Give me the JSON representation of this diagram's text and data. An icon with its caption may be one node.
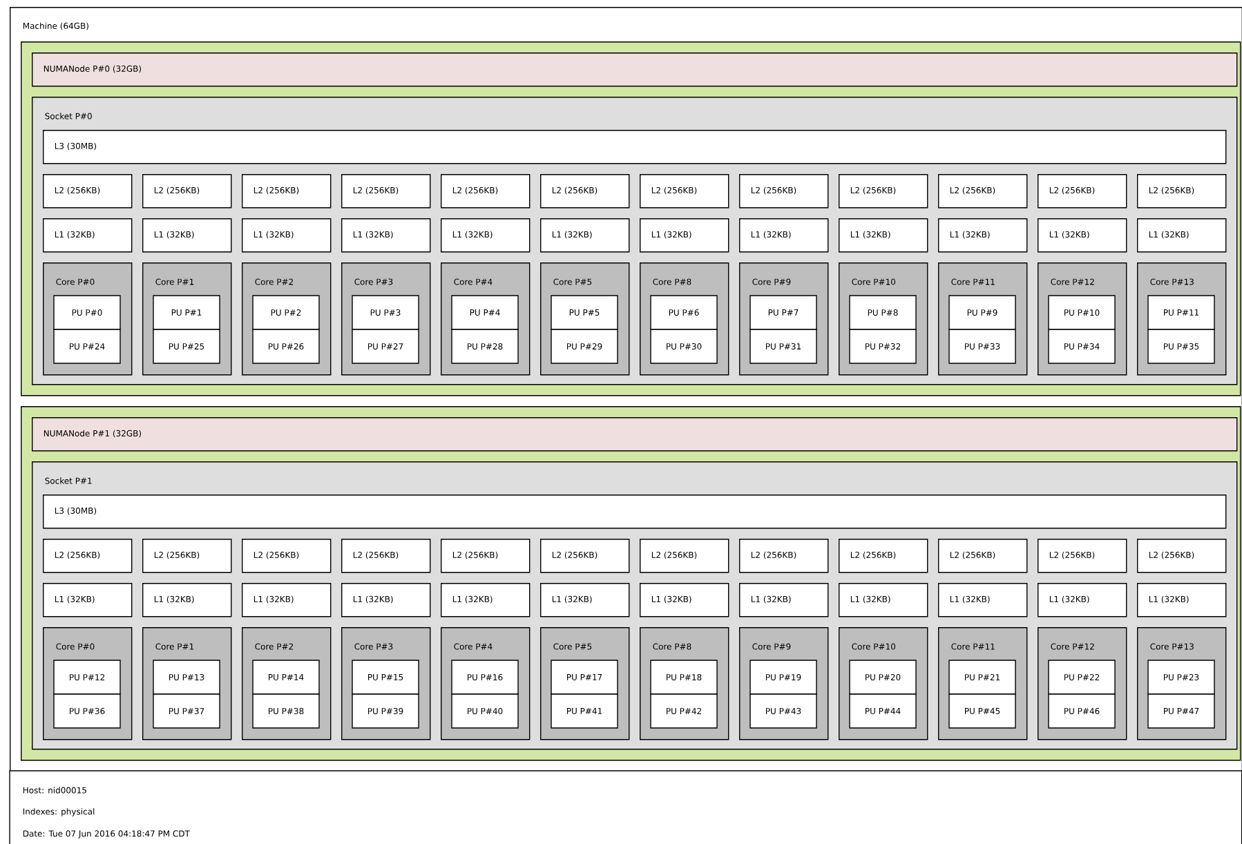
{
  "diagram": {
    "nodes": [
      {
        "text": [
          "Machine (64GB)"
        ]
      },
      {
        "text": [],
        "shape": "box",
        "in": 0
      },
      {
        "text": [
          "NUMANode P#0 (32GB)"
        ],
        "in": 1
      },
      {
        "text": [
          "Socket P#0"
        ],
        "in": 1
      },
      {
        "text": [
          "L3 (30MB)"
        ],
        "in": 3
      },
      {
        "text": [
          "L2 (256KB)"
        ],
        "in": 3
      },
      {
        "text": [
          "L2 (256KB)"
        ],
        "in": 3
      },
      {
        "text": [
          "L2 (256KB)"
        ],
        "in": 3
      },
      {
        "text": [
          "L2 (256KB)"
        ],
        "in": 3
      },
      {
        "text": [
          "L2 (256KB)"
        ],
        "in": 3
      },
      {
        "text": [
          "L2 (256KB)"
        ],
        "in": 3
      },
      {
        "text": [
          "L2 (256KB)"
        ],
        "in": 3
      },
      {
        "text": [
          "L2 (256KB)"
        ],
        "in": 3
      },
      {
        "text": [
          "L2 (256KB)"
        ],
        "in": 3
      },
      {
        "text": [
          "L2 (256KB)"
        ],
        "in": 3
      },
      {
        "text": [
          "L2 (256KB)"
        ],
        "in": 3
      },
      {
        "text": [
          "L2 (256KB)"
        ],
        "in": 3
      },
      {
        "text": [
          "L1 (32KB)"
        ],
        "in": 3
      },
      {
        "text": [
          "L1 (32KB)"
        ],
        "in": 3
      },
      {
        "text": [
          "L1 (32KB)"
        ],
        "in": 3
      },
      {
        "text": [
          "L1 (32KB)"
        ],
        "in": 3
      },
      {
        "text": [
          "L1 (32KB)"
        ],
        "in": 3
      },
      {
        "text": [
          "L1 (32KB)"
        ],
        "in": 3
      },
      {
        "text": [
          "L1 (32KB)"
        ],
        "in": 3
      },
      {
        "text": [
          "L1 (32KB)"
        ],
        "in": 3
      },
      {
        "text": [
          "L1 (32KB)"
        ],
        "in": 3
      },
      {
        "text": [
          "L1 (32KB)"
        ],
        "in": 3
      },
      {
        "text": [
          "L1 (32KB)"
        ],
        "in": 3
      },
      {
        "text": [
          "L1 (32KB)"
        ],
        "in": 3
      },
      {
        "text": [
          "Core P#0"
        ],
        "in": 3
      },
      {
        "text": [
          "PU P#0"
        ],
        "in": 29
      },
      {
        "text": [
          "PU P#24"
        ],
        "in": 29
      },
      {
        "text": [
          "Core P#1"
        ],
        "in": 3
      },
      {
        "text": [
          "PU P#1"
        ],
        "in": 32
      },
      {
        "text": [
          "PU P#25"
        ],
        "in": 32
      },
      {
        "text": [
          "Core P#2"
        ],
        "in": 3
      },
      {
        "text": [
          "PU P#2"
        ],
        "in": 35
      },
      {
        "text": [
          "PU P#26"
        ],
        "in": 35
      },
      {
        "text": [
          "Core P#3"
        ],
        "in": 3
      },
      {
        "text": [
          "PU P#3"
        ],
        "in": 38
      },
      {
        "text": [
          "PU P#27"
        ],
        "in": 38
      },
      {
        "text": [
          "Core P#4"
        ],
        "in": 3
      },
      {
        "text": [
          "PU P#4"
        ],
        "in": 41
      },
      {
        "text": [
          "PU P#28"
        ],
        "in": 41
      },
      {
        "text": [
          "Core P#5"
        ],
        "in": 3
      },
      {
        "text": [
          "PU P#5"
        ],
        "in": 44
      },
      {
        "text": [
          "PU P#29"
        ],
        "in": 44
      },
      {
        "text": [
          "Core P#8"
        ],
        "in": 3
      },
      {
        "text": [
          "PU P#6"
        ],
        "in": 47
      },
      {
        "text": [
          "PU P#30"
        ],
        "in": 47
      },
      {
        "text": [
          "Core P#9"
        ],
        "in": 3
      },
      {
        "text": [
          "PU P#7"
        ],
        "in": 50
      },
      {
        "text": [
          "PU P#31"
        ],
        "in": 50
      },
      {
        "text": [
          "Core P#10"
        ],
        "in": 3
      },
      {
        "text": [
          "PU P#8"
        ],
        "in": 53
      },
      {
        "text": [
          "PU P#32"
        ],
        "in": 53
      },
      {
        "text": [
          "Core P#11"
        ],
        "in": 3
      },
      {
        "text": [
          "PU P#9"
        ],
        "in": 56
      },
      {
        "text": [
          "PU P#33"
        ],
        "in": 56
      },
      {
        "text": [
          "Core P#12"
        ],
        "in": 3
      },
      {
        "text": [
          "PU P#10"
        ],
        "in": 59
      },
      {
        "text": [
          "PU P#34"
        ],
        "in": 59
      },
      {
        "text": [
          "Core P#13"
        ],
        "in": 3
      },
      {
        "text": [
          "PU P#11"
        ],
        "in": 62
      },
      {
        "text": [
          "PU P#35"
        ],
        "in": 62
      },
      {
        "text": [],
        "shape": "box",
        "in": 0
      },
      {
        "text": [
          "NUMANode P#1 (32GB)"
        ],
        "in": 65
      },
      {
        "text": [
          "Socket P#1"
        ],
        "in": 65
      },
      {
        "text": [
          "L3 (30MB)"
        ],
        "in": 67
      },
      {
        "text": [
          "L2 (256KB)"
        ],
        "in": 67
      },
      {
        "text": [
          "L2 (256KB)"
        ],
        "in": 67
      },
      {
        "text": [
          "L2 (256KB)"
        ],
        "in": 67
      },
      {
        "text": [
          "L2 (256KB)"
        ],
        "in": 67
      },
      {
        "text": [
          "L2 (256KB)"
        ],
        "in": 67
      },
      {
        "text": [
          "L2 (256KB)"
        ],
        "in": 67
      },
      {
        "text": [
          "L2 (256KB)"
        ],
        "in": 67
      },
      {
        "text": [
          "L2 (256KB)"
        ],
        "in": 67
      },
      {
        "text": [
          "L2 (256KB)"
        ],
        "in": 67
      },
      {
        "text": [
          "L2 (256KB)"
        ],
        "in": 67
      },
      {
        "text": [
          "L2 (256KB)"
        ],
        "in": 67
      },
      {
        "text": [
          "L2 (256KB)"
        ],
        "in": 67
      },
      {
        "text": [
          "L1 (32KB)"
        ],
        "in": 67
      },
      {
        "text": [
          "L1 (32KB)"
        ],
        "in": 67
      },
      {
        "text": [
          "L1 (32KB)"
        ],
        "in": 67
      },
      {
        "text": [
          "L1 (32KB)"
        ],
        "in": 67
      },
      {
        "text": [
          "L1 (32KB)"
        ],
        "in": 67
      },
      {
        "text": [
          "L1 (32KB)"
        ],
        "in": 67
      },
      {
        "text": [
          "L1 (32KB)"
        ],
        "in": 67
      },
      {
        "text": [
          "L1 (32KB)"
        ],
        "in": 67
      },
      {
        "text": [
          "L1 (32KB)"
        ],
        "in": 67
      },
      {
        "text": [
          "L1 (32KB)"
        ],
        "in": 67
      },
      {
        "text": [
          "L1 (32KB)"
        ],
        "in": 67
      },
      {
        "text": [
          "L1 (32KB)"
        ],
        "in": 67
      },
      {
        "text": [
          "Core P#0"
        ],
        "in": 67
      },
      {
        "text": [
          "PU P#12"
        ],
        "in": 93
      },
      {
        "text": [
          "PU P#36"
        ],
        "in": 93
      },
      {
        "text": [
          "Core P#1"
        ],
        "in": 67
      },
      {
        "text": [
          "PU P#13"
        ],
        "in": 96
      },
      {
        "text": [
          "PU P#37"
        ],
        "in": 96
      },
      {
        "text": [
          "Core P#2"
        ],
        "in": 67
      },
      {
        "text": [
          "PU P#14"
        ],
        "in": 99
      },
      {
        "text": [
          "PU P#38"
        ],
        "in": 99
      },
      {
        "text": [
          "Core P#3"
        ],
        "in": 67
      },
      {
        "text": [
          "PU P#15"
        ],
        "in": 102
      },
      {
        "text": [
          "PU P#39"
        ],
        "in": 102
      },
      {
        "text": [
          "Core P#4"
        ],
        "in": 67
      },
      {
        "text": [
          "PU P#16"
        ],
        "in": 105
      },
      {
        "text": [
          "PU P#40"
        ],
        "in": 105
      },
      {
        "text": [
          "Core P#5"
        ],
        "in": 67
      },
      {
        "text": [
          "PU P#17"
        ],
        "in": 108
      },
      {
        "text": [
          "PU P#41"
        ],
        "in": 108
      },
      {
        "text": [
          "Core P#8"
        ],
        "in": 67
      },
      {
        "text": [
          "PU P#18"
        ],
        "in": 111
      },
      {
        "text": [
          "PU P#42"
        ],
        "in": 111
      },
      {
        "text": [
          "Core P#9"
        ],
        "in": 67
      },
      {
        "text": [
          "PU P#19"
        ],
        "in": 114
      },
      {
        "text": [
          "PU P#43"
        ],
        "in": 114
      },
      {
        "text": [
          "Core P#10"
        ],
        "in": 67
      },
      {
        "text": [
          "PU P#20"
        ],
        "in": 117
      },
      {
        "text": [
          "PU P#44"
        ],
        "in": 117
      },
      {
        "text": [
          "Core P#11"
        ],
        "in": 67
      },
      {
        "text": [
          "PU P#21"
        ],
        "in": 120
      },
      {
        "text": [
          "PU P#45"
        ],
        "in": 120
      },
      {
        "text": [
          "Core P#12"
        ],
        "in": 67
      },
      {
        "text": [
          "PU P#22"
        ],
        "in": 123
      },
      {
        "text": [
          "PU P#46"
        ],
        "in": 123
      },
      {
        "text": [
          "Core P#13"
        ],
        "in": 67
      },
      {
        "text": [
          "PU P#23"
        ],
        "in": 126
      },
      {
        "text": [
          "PU P#47"
        ],
        "in": 126
      }
    ],
    "labels": [
      "Host: nid00015",
      "Indexes: physical",
      "Date: Tue 07 Jun 2016 04:18:47 PM CDT"
    ]
  }
}
